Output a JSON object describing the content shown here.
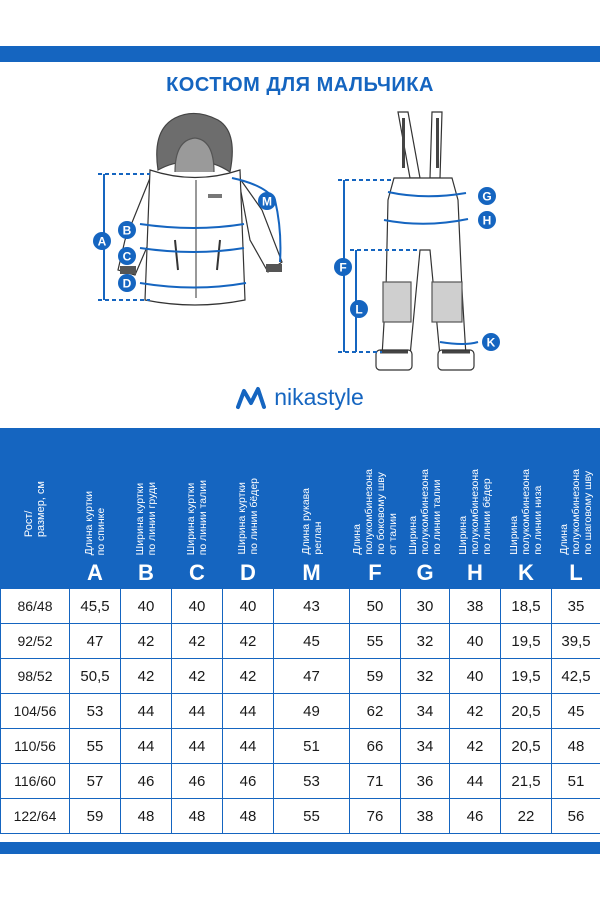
{
  "title": "КОСТЮМ ДЛЯ МАЛЬЧИКА",
  "brand": {
    "name": "nikastyle",
    "logo_icon": "nikastyle-logo-icon"
  },
  "colors": {
    "accent": "#1565c0",
    "text": "#1a1a1a",
    "background": "#ffffff"
  },
  "jacket_markers": [
    "A",
    "B",
    "C",
    "D",
    "M"
  ],
  "overall_markers": [
    "F",
    "G",
    "H",
    "L",
    "K"
  ],
  "table": {
    "size_header": [
      "Рост/",
      "размер, см"
    ],
    "columns": [
      {
        "letter": "A",
        "desc": [
          "Длина куртки",
          "по спинке"
        ]
      },
      {
        "letter": "B",
        "desc": [
          "Ширина куртки",
          "по линии груди"
        ]
      },
      {
        "letter": "C",
        "desc": [
          "Ширина куртки",
          "по линии талии"
        ]
      },
      {
        "letter": "D",
        "desc": [
          "Ширина куртки",
          "по линии бёдер"
        ]
      },
      {
        "letter": "M",
        "desc": [
          "Длина  рукава",
          "реглан"
        ]
      },
      {
        "letter": "F",
        "desc": [
          "Длина",
          "полукомбинезона",
          "по боковому шву",
          "от талии"
        ]
      },
      {
        "letter": "G",
        "desc": [
          "Ширина",
          "полукомбинезона",
          "по линии талии"
        ]
      },
      {
        "letter": "H",
        "desc": [
          "Ширина",
          "полукомбинезона",
          "по линии бёдер"
        ]
      },
      {
        "letter": "K",
        "desc": [
          "Ширина",
          "полукомбинезона",
          "по линии низа"
        ]
      },
      {
        "letter": "L",
        "desc": [
          "Длина",
          "полукомбинезона",
          "по шаговому шву"
        ]
      }
    ],
    "rows": [
      {
        "size": "86/48",
        "values": [
          "45,5",
          "40",
          "40",
          "40",
          "43",
          "50",
          "30",
          "38",
          "18,5",
          "35"
        ]
      },
      {
        "size": "92/52",
        "values": [
          "47",
          "42",
          "42",
          "42",
          "45",
          "55",
          "32",
          "40",
          "19,5",
          "39,5"
        ]
      },
      {
        "size": "98/52",
        "values": [
          "50,5",
          "42",
          "42",
          "42",
          "47",
          "59",
          "32",
          "40",
          "19,5",
          "42,5"
        ]
      },
      {
        "size": "104/56",
        "values": [
          "53",
          "44",
          "44",
          "44",
          "49",
          "62",
          "34",
          "42",
          "20,5",
          "45"
        ]
      },
      {
        "size": "110/56",
        "values": [
          "55",
          "44",
          "44",
          "44",
          "51",
          "66",
          "34",
          "42",
          "20,5",
          "48"
        ]
      },
      {
        "size": "116/60",
        "values": [
          "57",
          "46",
          "46",
          "46",
          "53",
          "71",
          "36",
          "44",
          "21,5",
          "51"
        ]
      },
      {
        "size": "122/64",
        "values": [
          "59",
          "48",
          "48",
          "48",
          "55",
          "76",
          "38",
          "46",
          "22",
          "56"
        ]
      }
    ]
  }
}
